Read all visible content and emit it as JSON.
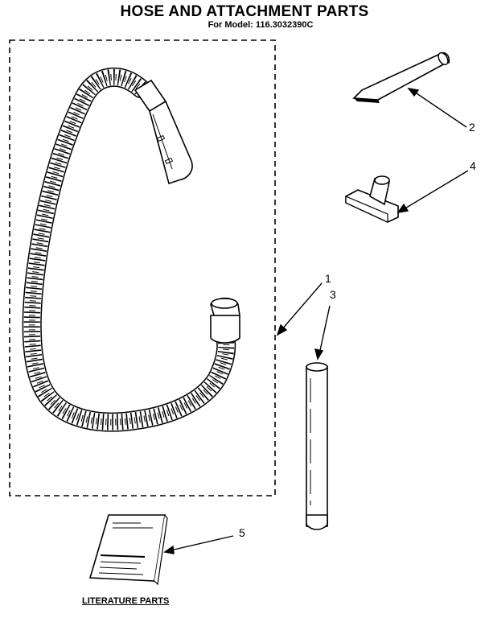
{
  "header": {
    "title": "HOSE AND ATTACHMENT PARTS",
    "model_line": "For Model: 116.3032390C"
  },
  "callouts": {
    "c1": "1",
    "c2": "2",
    "c3": "3",
    "c4": "4",
    "c5": "5"
  },
  "footer": {
    "literature_label": "LITERATURE PARTS"
  }
}
